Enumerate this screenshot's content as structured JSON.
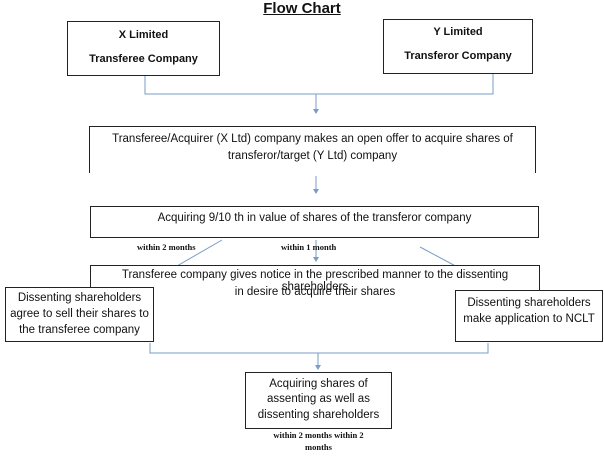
{
  "title": "Flow Chart",
  "x_box": {
    "line1": "X Limited",
    "line2": "Transferee Company"
  },
  "y_box": {
    "line1": "Y Limited",
    "line2": "Transferor Company"
  },
  "open_offer_box": {
    "line1": "Transferee/Acquirer (X Ltd) company makes an open offer to acquire shares of",
    "line2": "transferor/target (Y Ltd) company"
  },
  "acquiring_box": {
    "text": "Acquiring 9/10 th in value of shares of the transferor company"
  },
  "timing": {
    "left": "within 2 months",
    "center": "within 1 month"
  },
  "notice_box": {
    "line1": "Transferee company gives notice in the prescribed manner to the dissenting shareholders",
    "line2": "in desire to acquire their shares"
  },
  "agree_box": {
    "line1": "Dissenting shareholders",
    "line2": "agree to sell their shares to",
    "line3": "the transferee company"
  },
  "nclt_box": {
    "line1": "Dissenting shareholders",
    "line2": "make application to NCLT"
  },
  "final_box": {
    "line1": "Acquiring shares of",
    "line2": "assenting as well as",
    "line3": "dissenting shareholders"
  },
  "bottom_note": {
    "line1": "within 2 months within 2",
    "line2": "months"
  }
}
